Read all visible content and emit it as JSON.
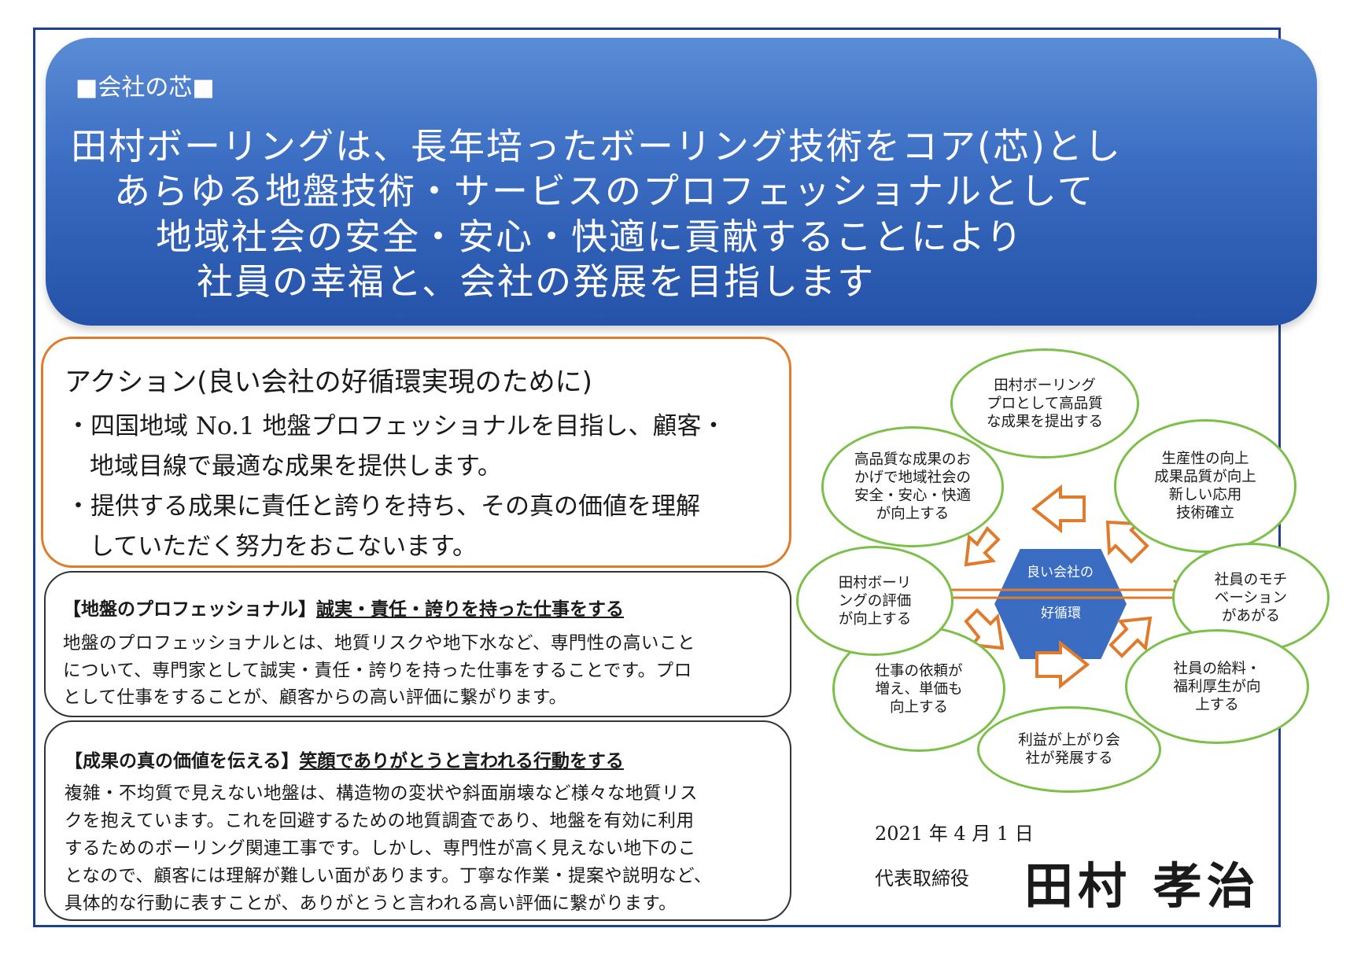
{
  "banner": {
    "label": "■会社の芯■",
    "lines": [
      "田村ボーリングは、長年培ったボーリング技術をコア(芯)とし",
      "あらゆる地盤技術・サービスのプロフェッショナルとして",
      "地域社会の安全・安心・快適に貢献することにより",
      "社員の幸福と、会社の発展を目指します"
    ]
  },
  "action": {
    "title": "アクション(良い会社の好循環実現のために)",
    "lines": [
      "・四国地域 No.1 地盤プロフェッショナルを目指し、顧客・",
      "地域目線で最適な成果を提供します。",
      "・提供する成果に責任と誇りを持ち、その真の価値を理解",
      "していただく努力をおこないます。"
    ]
  },
  "professional": {
    "title_prefix": "【地盤のプロフェッショナル】",
    "title_main": "誠実・責任・誇りを持った仕事をする",
    "lines": [
      "地盤のプロフェッショナルとは、地質リスクや地下水など、専門性の高いこと",
      "について、専門家として誠実・責任・誇りを持った仕事をすることです。プロ",
      "として仕事をすることが、顧客からの高い評価に繋がります。"
    ]
  },
  "value": {
    "title_prefix": "【成果の真の価値を伝える】",
    "title_main": "笑顔でありがとうと言われる行動をする",
    "lines": [
      "複雑・不均質で見えない地盤は、構造物の変状や斜面崩壊など様々な地質リス",
      "クを抱えています。これを回避するための地質調査であり、地盤を有効に利用",
      "するためのボーリング関連工事です。しかし、専門性が高く見えない地下のこ",
      "となので、顧客には理解が難しい面があります。丁寧な作業・提案や説明など、",
      "具体的な行動に表すことが、ありがとうと言われる高い評価に繋がります。"
    ]
  },
  "cycle": {
    "center_line1": "良い会社の",
    "center_line2": "好循環",
    "nodes": [
      "田村ボーリング\nプロとして高品質\nな成果を提出する",
      "生産性の向上\n成果品質が向上\n新しい応用\n技術確立",
      "社員のモチ\nベーション\nがあがる",
      "社員の給料・\n福利厚生が向\n上する",
      "利益が上がり会\n社が発展する",
      "仕事の依頼が\n増え、単価も\n向上する",
      "田村ボーリ\nングの評価\nが向上する",
      "高品質な成果のお\nかげで地域社会の\n安全・安心・快適\nが向上する"
    ]
  },
  "signature": {
    "date": "2021 年 4 月 1 日",
    "role": "代表取締役",
    "name": "田村 孝治"
  },
  "colors": {
    "banner": "#3a6cc2",
    "frame": "#1f3f8f",
    "action_border": "#e07b2c",
    "bubble_border": "#7cc04a",
    "hexagon": "#3a6cc2",
    "arrow": "#e07b2c"
  }
}
